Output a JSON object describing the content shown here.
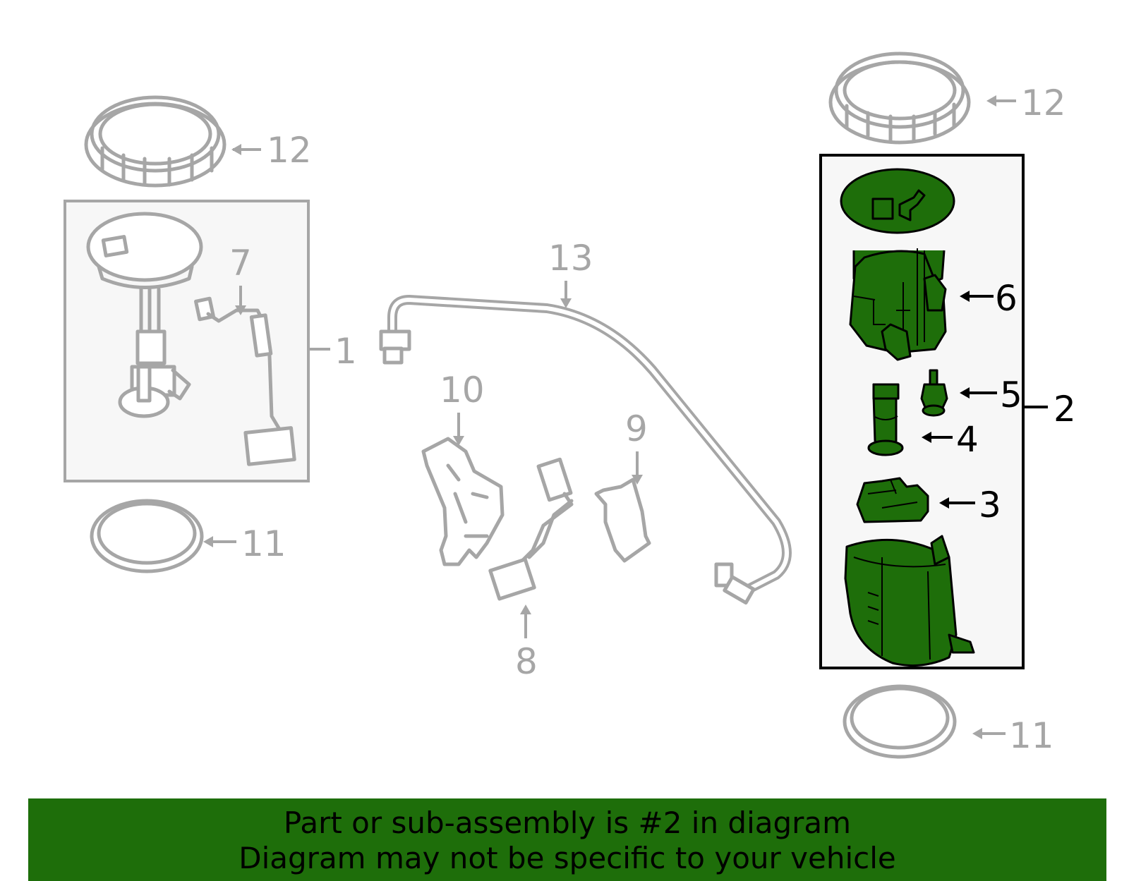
{
  "callouts": {
    "c1": "1",
    "c2": "2",
    "c3": "3",
    "c4": "4",
    "c5": "5",
    "c6": "6",
    "c7": "7",
    "c8": "8",
    "c9": "9",
    "c10": "10",
    "c11a": "11",
    "c11b": "11",
    "c12a": "12",
    "c12b": "12",
    "c13": "13"
  },
  "banner": {
    "line1": "Part or sub-assembly is #2 in diagram",
    "line2": "Diagram may not be specific to your vehicle"
  },
  "colors": {
    "highlight": "#1e6e0a",
    "inactive_parts": "#a6a6a6",
    "box_fill": "#f7f7f7"
  }
}
